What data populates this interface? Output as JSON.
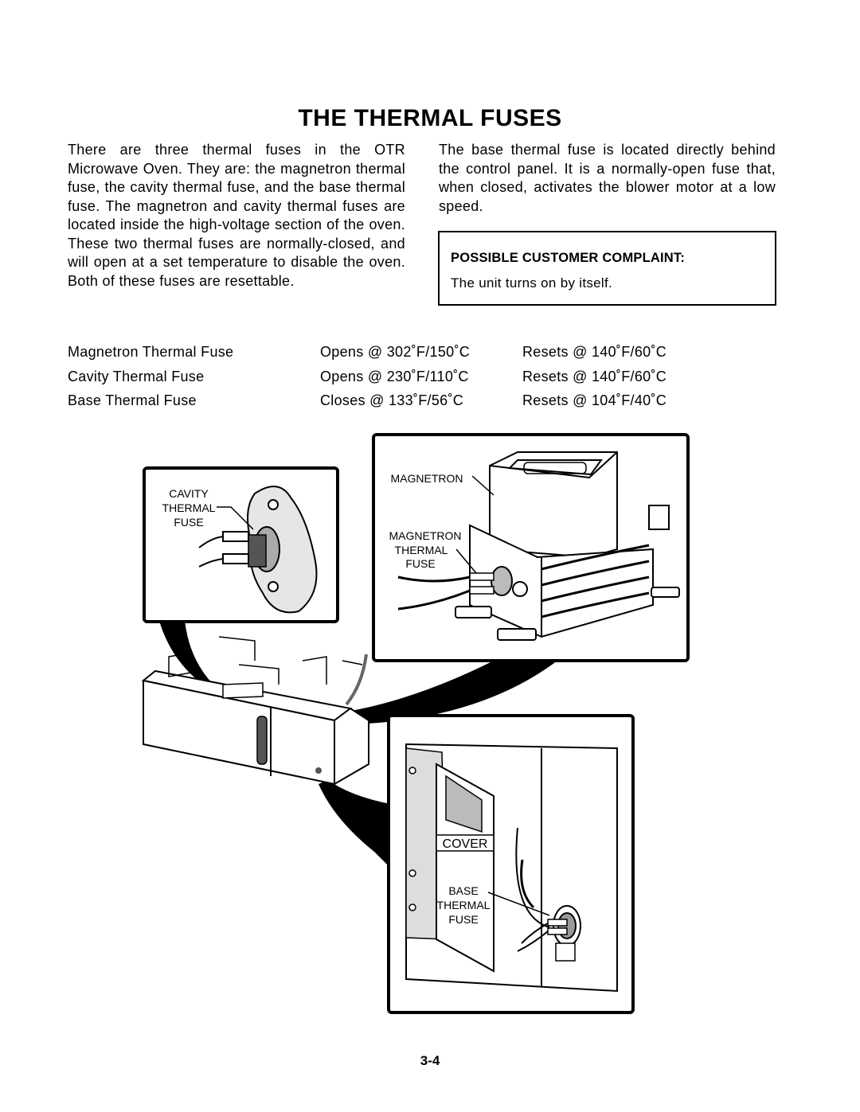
{
  "title": "THE THERMAL FUSES",
  "left_paragraph": "There are three thermal fuses in the OTR Microwave Oven. They are: the magnetron thermal fuse, the cavity thermal fuse, and the base thermal fuse. The magnetron and cavity thermal fuses are located inside the high-voltage section of the oven. These two thermal fuses are normally-closed, and will open at a set temperature to disable the oven. Both of these fuses are resettable.",
  "right_paragraph": "The base thermal fuse is located directly behind the control panel. It is a normally-open fuse that, when closed, activates the blower motor at a low speed.",
  "complaint": {
    "heading": "POSSIBLE CUSTOMER COMPLAINT:",
    "text": "The unit turns on by itself."
  },
  "fuses": [
    {
      "name": "Magnetron Thermal Fuse",
      "action": "Opens @ 302˚F/150˚C",
      "reset": "Resets @ 140˚F/60˚C"
    },
    {
      "name": "Cavity Thermal Fuse",
      "action": "Opens @ 230˚F/110˚C",
      "reset": "Resets @ 140˚F/60˚C"
    },
    {
      "name": "Base Thermal Fuse",
      "action": "Closes @ 133˚F/56˚C",
      "reset": "Resets @ 104˚F/40˚C"
    }
  ],
  "labels": {
    "cavity": [
      "CAVITY",
      "THERMAL",
      "FUSE"
    ],
    "magnetron": "MAGNETRON",
    "magnetron_fuse": [
      "MAGNETRON",
      "THERMAL",
      "FUSE"
    ],
    "cover": "COVER",
    "base_fuse": [
      "BASE",
      "THERMAL",
      "FUSE"
    ]
  },
  "page_number": "3-4"
}
